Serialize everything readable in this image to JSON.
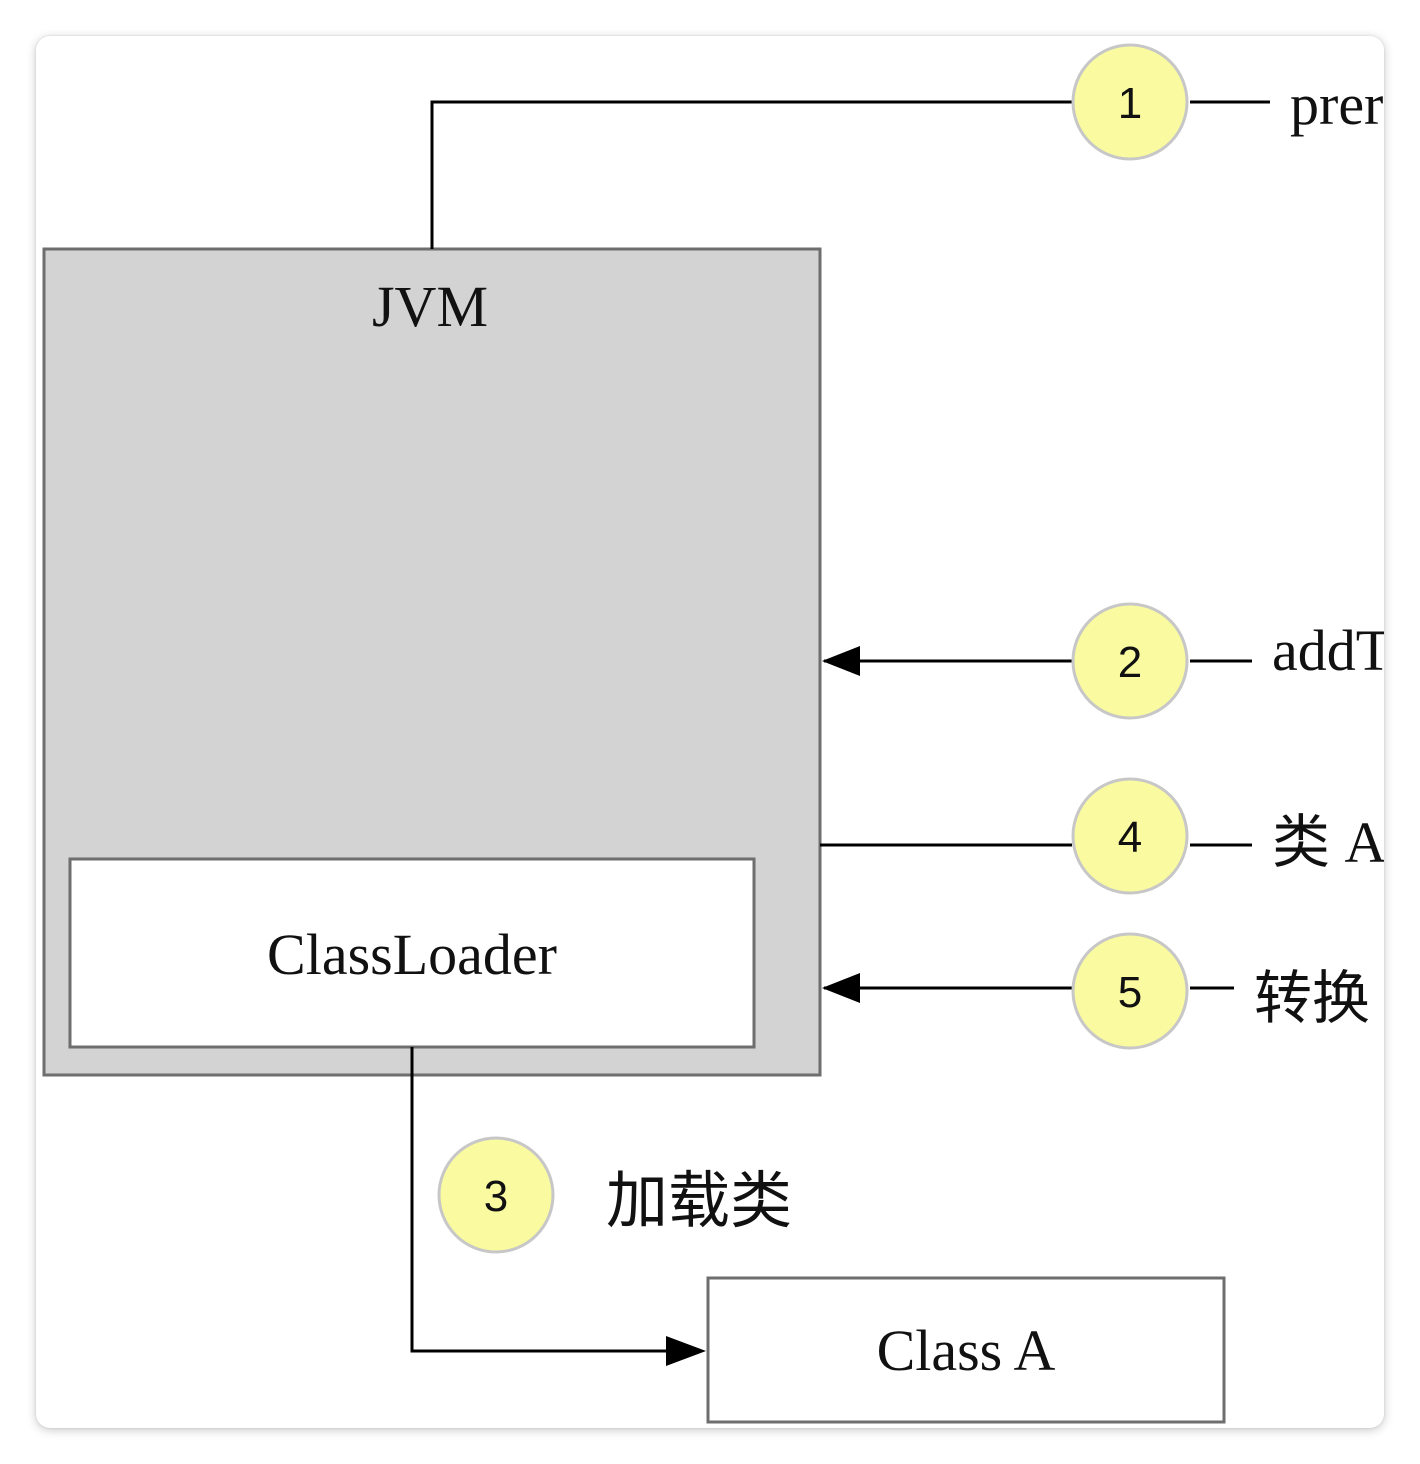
{
  "diagram": {
    "jvm_label": "JVM",
    "classloader_label": "ClassLoader",
    "class_a_label": "Class A",
    "steps": [
      {
        "number": "1",
        "label": "prer"
      },
      {
        "number": "2",
        "label": "addT"
      },
      {
        "number": "3",
        "label": "加载类"
      },
      {
        "number": "4",
        "label": "类 A"
      },
      {
        "number": "5",
        "label": "转换"
      }
    ]
  },
  "colors": {
    "jvm_fill": "#d3d3d3",
    "box_border": "#6e6e6e",
    "step_circle_fill": "#fafaa0",
    "step_circle_border": "#c7c7c7",
    "line": "#000000"
  }
}
